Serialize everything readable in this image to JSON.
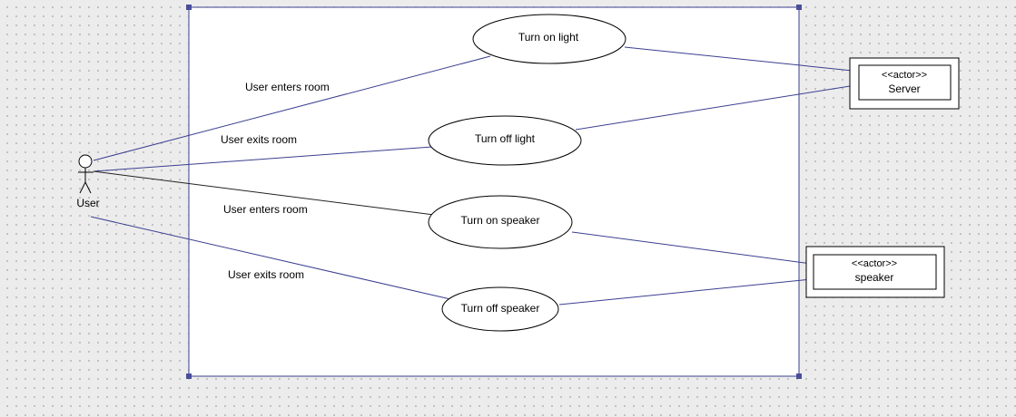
{
  "diagram": {
    "actors": {
      "user": {
        "label": "User"
      },
      "server": {
        "stereotype": "<<actor>>",
        "label": "Server"
      },
      "speaker": {
        "stereotype": "<<actor>>",
        "label": "speaker"
      }
    },
    "use_cases": [
      {
        "label": "Turn on light"
      },
      {
        "label": "Turn off light"
      },
      {
        "label": "Turn on speaker"
      },
      {
        "label": "Turn off speaker"
      }
    ],
    "association_labels": [
      {
        "label": "User enters room"
      },
      {
        "label": "User exits room"
      },
      {
        "label": "User enters room"
      },
      {
        "label": "User exits room"
      }
    ]
  }
}
